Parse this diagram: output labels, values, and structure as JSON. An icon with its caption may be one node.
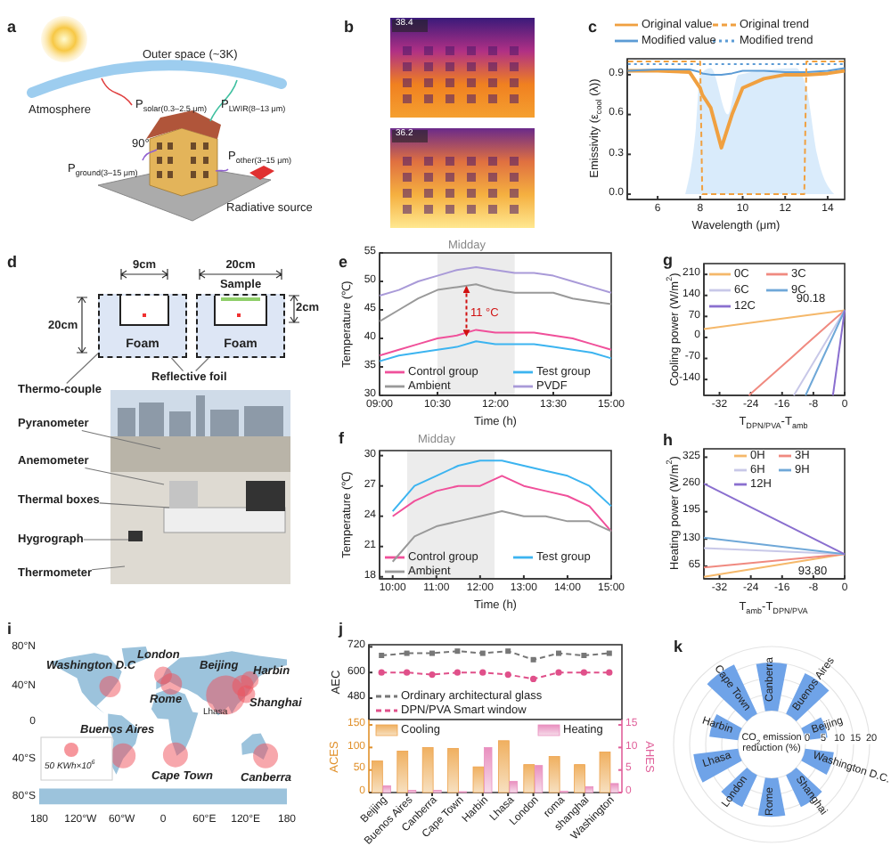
{
  "diagram": {
    "nodes": [
      {
        "text": [
          "Foam"
        ]
      },
      {
        "text": [
          "Foam"
        ]
      },
      {
        "text": [
          "Reflective foil"
        ]
      },
      {
        "text": [
          "Thermo-couple"
        ]
      },
      {
        "text": [
          "Pyranometer"
        ]
      },
      {
        "text": [
          "Anemometer"
        ]
      },
      {
        "text": [
          "Thermal boxes"
        ]
      },
      {
        "text": [
          "Hygrograph"
        ]
      },
      {
        "text": [
          "Thermometer"
        ]
      }
    ],
    "edges": [
      {
        "from": 2,
        "to": 0,
        "arrow": "none"
      },
      {
        "from": 2,
        "to": 1,
        "arrow": "none"
      },
      {
        "from": 3,
        "to": 0,
        "arrow": "none"
      },
      {
        "from": 4,
        "to": null,
        "arrow": "none"
      },
      {
        "from": 5,
        "to": null,
        "arrow": "none"
      },
      {
        "from": 6,
        "to": null,
        "arrow": "none"
      },
      {
        "from": 7,
        "to": null,
        "arrow": "none"
      },
      {
        "from": 8,
        "to": null,
        "arrow": "none"
      }
    ],
    "labels": [
      "a",
      "Outer space (~3K)",
      "Atmosphere",
      "P$_{solar(0.3–2.5 μm)}$",
      "P$_{LWIR(8–13 μm)}$",
      "90°",
      "P$_{ground(3–15 μm)}$",
      "P$_{other(3–15 μm)}$",
      "Radiative source",
      "b",
      "38.4",
      "36.2",
      "c",
      "d",
      "9cm",
      "20cm",
      "Sample",
      "20cm",
      "2cm",
      "e",
      "f",
      "g",
      "h",
      "i",
      "Washington D.C",
      "London",
      "Beijing",
      "Harbin",
      "Rome",
      "Lhasa",
      "Shanghai",
      "Buenos Aires",
      "Cape Town",
      "Canberra",
      "50 KWh×10$^{6}$",
      "80°N",
      "40°N",
      "0",
      "40°S",
      "80°S",
      "180",
      "120°W",
      "60°W",
      "0",
      "60°E",
      "120°E",
      "180",
      "j",
      "k",
      "Cape Town",
      "Canberra",
      "Buenos Aires",
      "Harbin",
      "Beijing",
      "CO$_{2}$ emission reduction (%)",
      "0",
      "5",
      "10",
      "15",
      "20",
      "Lhasa",
      "Washington D.C.",
      "London",
      "Rome",
      "Shanghai"
    ],
    "chart_data": [
      {
        "type": "line",
        "legend": "top",
        "xlabel": "Wavelength (μm)",
        "ylabel": "Emissivity (ε$_{cool}$ (λ))",
        "x": [
          4.6,
          6,
          7.5,
          8,
          8.1,
          8.5,
          9,
          9.5,
          10,
          11,
          12,
          12.9,
          13,
          14,
          14.8
        ],
        "xlim": [
          4.57,
          14.8
        ],
        "ylim": [
          -0.04,
          1.02
        ],
        "xticks": [
          6,
          8,
          10,
          12,
          14
        ],
        "yticks": [
          {
            "value": 0,
            "label": "0.0"
          },
          0.3,
          0.6,
          0.9
        ],
        "series": [
          {
            "name": "Original value",
            "color": "#f0a040",
            "values": [
              0.93,
              0.93,
              0.92,
              0.8,
              0.75,
              0.65,
              0.35,
              0.6,
              0.8,
              0.87,
              0.9,
              0.9,
              0.9,
              0.91,
              0.93
            ]
          },
          {
            "name": "Modified value",
            "color": "#5b9bd5",
            "values": [
              0.93,
              0.94,
              0.94,
              0.92,
              0.91,
              0.9,
              0.9,
              0.91,
              0.93,
              0.93,
              0.92,
              0.92,
              0.92,
              0.93,
              0.95
            ]
          },
          {
            "name": "Original trend",
            "color": "#f0a040",
            "line_style": "dashed",
            "values": [
              1,
              1,
              1,
              1,
              0,
              0,
              0,
              0,
              0,
              0,
              0,
              0,
              1,
              1,
              1
            ]
          },
          {
            "name": "Modified trend",
            "color": "#5b9bd5",
            "line_style": "dotted",
            "values": [
              0.98,
              0.98,
              0.98,
              0.98,
              0.98,
              0.98,
              0.98,
              0.98,
              0.98,
              0.98,
              0.98,
              0.98,
              0.98,
              0.98,
              0.98
            ]
          }
        ]
      },
      {
        "type": "line",
        "legend": "bottom",
        "xlabel": "Time (h)",
        "ylabel": "Temperature (℃)",
        "x": [
          9,
          9.5,
          10,
          10.5,
          11,
          11.5,
          12,
          12.5,
          13,
          13.5,
          14,
          14.5,
          15
        ],
        "xlim": [
          9,
          15
        ],
        "ylim": [
          30,
          55
        ],
        "xticks": [
          {
            "value": 9,
            "label": "09:00"
          },
          {
            "value": 10.5,
            "label": "10:30"
          },
          {
            "value": 12,
            "label": "12:00"
          },
          {
            "value": 13.5,
            "label": "13:30"
          },
          {
            "value": 15,
            "label": "15:00"
          }
        ],
        "yticks": [
          30,
          35,
          40,
          45,
          50,
          55
        ],
        "series": [
          {
            "name": "Control group",
            "color": "#f0509a",
            "values": [
              37,
              38,
              39,
              40,
              40.5,
              41.5,
              41,
              41,
              41,
              40.5,
              40,
              39,
              38
            ]
          },
          {
            "name": "Test group",
            "color": "#3cb4f0",
            "values": [
              36,
              37,
              37.5,
              38,
              38.5,
              39.5,
              39,
              39,
              39,
              38.5,
              38,
              37.5,
              36.5
            ]
          },
          {
            "name": "Ambient",
            "color": "#999999",
            "values": [
              43,
              45,
              47,
              48.5,
              49,
              49.5,
              48.5,
              48,
              48,
              48,
              47,
              46.5,
              46
            ]
          },
          {
            "name": "PVDF",
            "color": "#a99ad8",
            "values": [
              47.5,
              48.5,
              50,
              51,
              52,
              52.5,
              52,
              51.5,
              51.5,
              51,
              50,
              49,
              48
            ]
          }
        ],
        "annotations": [
          "Midday",
          "11 °C"
        ]
      },
      {
        "type": "line",
        "legend": "bottom",
        "xlabel": "Time (h)",
        "ylabel": "Temperature (℃)",
        "x": [
          10,
          10.5,
          11,
          11.5,
          12,
          12.5,
          13,
          13.5,
          14,
          14.5,
          15
        ],
        "xlim": [
          9.7,
          15
        ],
        "ylim": [
          17.8,
          30.5
        ],
        "xticks": [
          {
            "value": 10,
            "label": "10:00"
          },
          {
            "value": 11,
            "label": "11:00"
          },
          {
            "value": 12,
            "label": "12:00"
          },
          {
            "value": 13,
            "label": "13:00"
          },
          {
            "value": 14,
            "label": "14:00"
          },
          {
            "value": 15,
            "label": "15:00"
          }
        ],
        "yticks": [
          18,
          21,
          24,
          27,
          30
        ],
        "series": [
          {
            "name": "Control group",
            "color": "#f0509a",
            "values": [
              24,
              25.5,
              26.5,
              27,
              27,
              28,
              27,
              26.5,
              26,
              25,
              22.5
            ]
          },
          {
            "name": "Test group",
            "color": "#3cb4f0",
            "values": [
              24.5,
              27,
              28,
              29,
              29.5,
              29.5,
              29,
              28.5,
              28,
              27,
              25
            ]
          },
          {
            "name": "Ambient",
            "color": "#999999",
            "values": [
              19.5,
              22,
              23,
              23.5,
              24,
              24.5,
              24,
              24,
              23.5,
              23.5,
              22.5
            ]
          }
        ],
        "annotations": [
          "Midday"
        ]
      },
      {
        "type": "line",
        "legend": "upper left",
        "xlabel": "T$_{DPN/PVA}$-T$_{amb}$",
        "ylabel": "Cooling power (W/m$^{2}$)",
        "x": [
          -36,
          -24.5,
          -13,
          -10,
          -3,
          0
        ],
        "xlim": [
          -36,
          0
        ],
        "ylim": [
          -193,
          246
        ],
        "xticks": [
          -32,
          -24,
          -16,
          -8,
          0
        ],
        "yticks": [
          -140,
          -70,
          0,
          70,
          140,
          210
        ],
        "series": [
          {
            "name": "0C",
            "color": "#f5b86a",
            "values": [
              28,
              48,
              68,
              73,
              85,
              90.18
            ]
          },
          {
            "name": "3C",
            "color": "#f08a80",
            "values": [
              null,
              -193,
              -60,
              -25,
              56,
              90.18
            ]
          },
          {
            "name": "6C",
            "color": "#c8c8e8",
            "values": [
              null,
              null,
              -193,
              -128,
              25,
              90.18
            ]
          },
          {
            "name": "9C",
            "color": "#6fa8d8",
            "values": [
              null,
              null,
              null,
              -193,
              5,
              90.18
            ]
          },
          {
            "name": "12C",
            "color": "#8a6fcf",
            "values": [
              null,
              null,
              null,
              null,
              -193,
              90.18
            ]
          }
        ],
        "annotations": [
          "90.18"
        ]
      },
      {
        "type": "line",
        "legend": "upper right",
        "xlabel": "T$_{amb}$-T$_{DPN/PVA}$",
        "ylabel": "Heating power (W/m$^{2}$)",
        "x": [
          -36,
          0
        ],
        "xlim": [
          -36,
          0
        ],
        "ylim": [
          35,
          345
        ],
        "xticks": [
          -32,
          -24,
          -16,
          -8,
          0
        ],
        "yticks": [
          65,
          130,
          195,
          260,
          325
        ],
        "series": [
          {
            "name": "0H",
            "color": "#f5b86a",
            "values": [
              40,
              93.8
            ]
          },
          {
            "name": "3H",
            "color": "#f08a80",
            "values": [
              62,
              93.8
            ]
          },
          {
            "name": "6H",
            "color": "#c8c8e8",
            "values": [
              108,
              93.8
            ]
          },
          {
            "name": "9H",
            "color": "#6fa8d8",
            "values": [
              133,
              93.8
            ]
          },
          {
            "name": "12H",
            "color": "#8a6fcf",
            "values": [
              262,
              93.8
            ]
          }
        ],
        "annotations": [
          "93.80"
        ]
      },
      {
        "type": "line",
        "legend": "lower left",
        "ylabel": "AEC",
        "ylim": [
          380,
          730
        ],
        "yticks": [
          480,
          600,
          720
        ],
        "series": [
          {
            "name": "Ordinary architectural glass",
            "color": "#777777",
            "line_style": "dashed",
            "marker": "square",
            "values": [
              680,
              690,
              690,
              700,
              690,
              700,
              660,
              690,
              680,
              690
            ]
          },
          {
            "name": "DPN/PVA Smart window",
            "color": "#e0508a",
            "line_style": "dashed",
            "marker": "circle",
            "values": [
              600,
              600,
              590,
              600,
              600,
              590,
              570,
              600,
              600,
              600
            ]
          }
        ]
      },
      {
        "type": "bar",
        "legend": "upper left",
        "ylabel": "ACES",
        "categories": [
          "Beijing",
          "Buenos Aires",
          "Canberra",
          "Cape Town",
          "Harbin",
          "Lhasa",
          "London",
          "roma",
          "shanghai",
          "Washington"
        ],
        "ylim": [
          0,
          162
        ],
        "yticks": [
          0,
          50,
          100,
          150
        ],
        "series": [
          {
            "name": "Cooling",
            "color": "#eda24d",
            "values": [
              70,
              92,
              100,
              98,
              57,
              115,
              62,
              80,
              62,
              90
            ]
          }
        ]
      },
      {
        "type": "bar",
        "legend": "upper right",
        "ylabel": "AHES",
        "ylim": [
          0,
          16.2
        ],
        "yticks": [
          0,
          5,
          10,
          15
        ],
        "series": [
          {
            "name": "Heating",
            "color": "#e98fbf",
            "values": [
              1.5,
              0.5,
              0.5,
              0.2,
              10,
              2.5,
              6,
              0.3,
              1.3,
              2
            ]
          }
        ]
      }
    ]
  }
}
